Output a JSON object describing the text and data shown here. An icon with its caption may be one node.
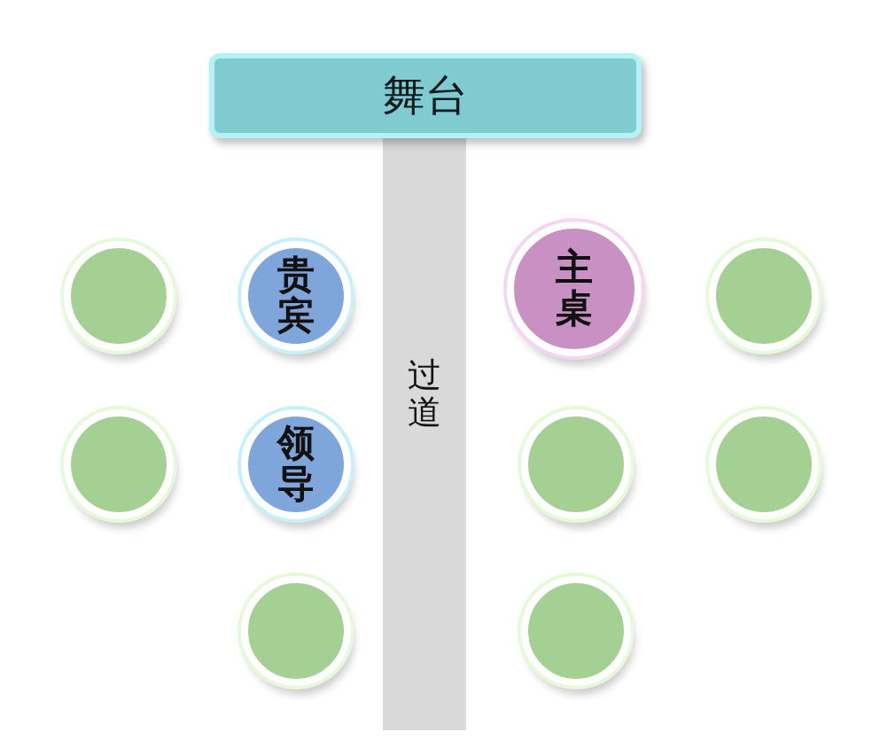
{
  "diagram": {
    "nodes": [
      {
        "text": [
          "舞台"
        ]
      },
      {
        "text": [
          "过道"
        ]
      },
      {
        "text": [],
        "shape": "circle"
      },
      {
        "text": [
          "贵宾"
        ]
      },
      {
        "text": [
          "主桌"
        ]
      },
      {
        "text": [],
        "shape": "circle"
      },
      {
        "text": [],
        "shape": "circle"
      },
      {
        "text": [
          "领导"
        ]
      },
      {
        "text": [],
        "shape": "circle"
      },
      {
        "text": [],
        "shape": "circle"
      },
      {
        "text": [],
        "shape": "circle"
      },
      {
        "text": [],
        "shape": "circle"
      }
    ],
    "edges": []
  }
}
